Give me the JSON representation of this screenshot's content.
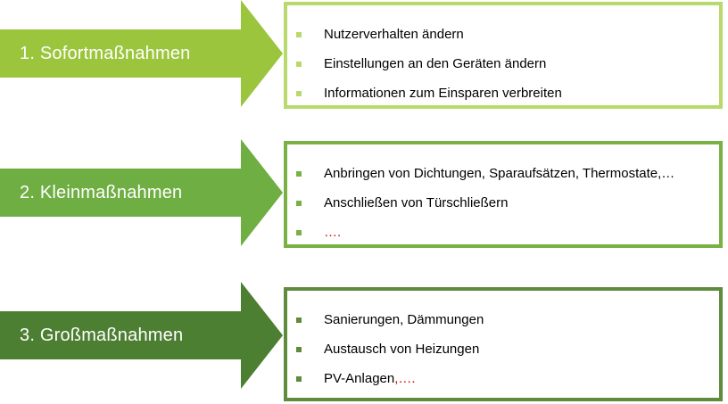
{
  "colors": {
    "step1_arrow": "#9bc53d",
    "step1_border": "#b8d96b",
    "step2_arrow": "#6fae42",
    "step2_border": "#79b145",
    "step3_arrow": "#4d7f32",
    "step3_border": "#5e8b3c",
    "ellipsis": "#e00000"
  },
  "steps": [
    {
      "label": "1. Sofortmaßnahmen",
      "items": [
        {
          "text": "Nutzerverhalten ändern",
          "extra": ""
        },
        {
          "text": "Einstellungen an den Geräten ändern",
          "extra": ""
        },
        {
          "text": "Informationen zum Einsparen verbreiten",
          "extra": ""
        }
      ]
    },
    {
      "label": "2. Kleinmaßnahmen",
      "items": [
        {
          "text": "Anbringen von Dichtungen, Sparaufsätzen, Thermostate,…",
          "extra": ""
        },
        {
          "text": "Anschließen von Türschließern",
          "extra": ""
        },
        {
          "text": "",
          "extra": "…."
        }
      ]
    },
    {
      "label": "3. Großmaßnahmen",
      "items": [
        {
          "text": "Sanierungen, Dämmungen",
          "extra": ""
        },
        {
          "text": "Austausch von Heizungen",
          "extra": ""
        },
        {
          "text": "PV-Anlagen",
          "extra": ",…."
        }
      ]
    }
  ]
}
